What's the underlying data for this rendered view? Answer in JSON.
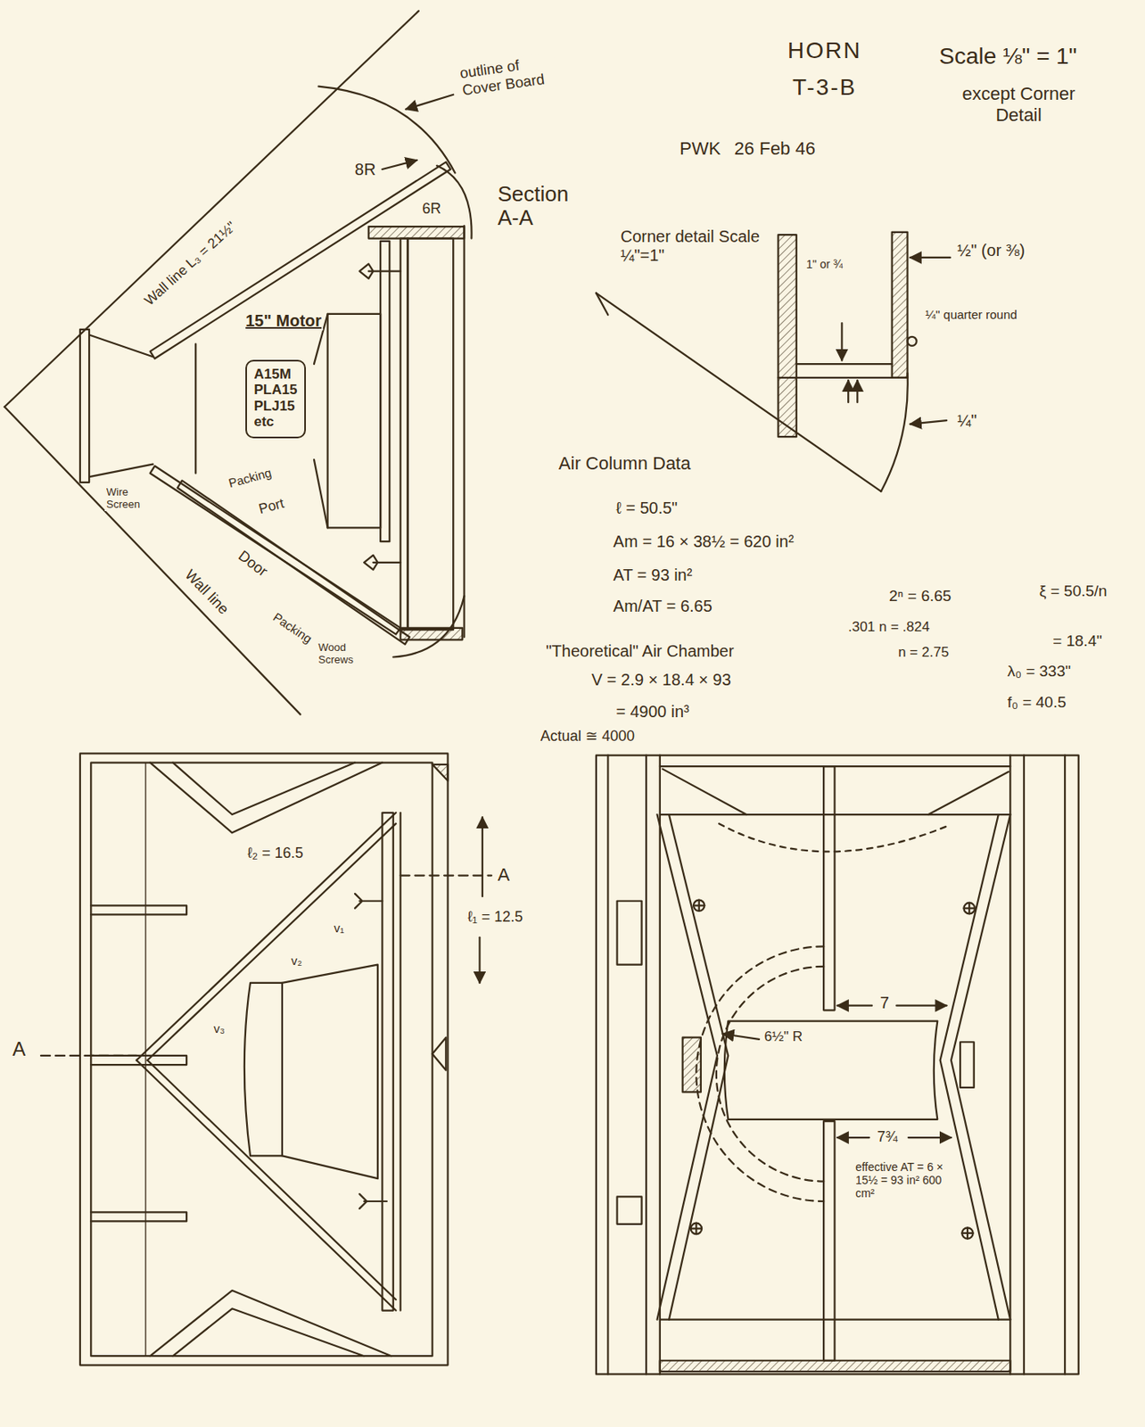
{
  "diagram": {
    "title": "HORN T-3-B",
    "nodes": [
      {
        "text": [
          "A15M PLA15 PLJ15 etc"
        ]
      }
    ],
    "labels": [
      "PWK",
      "26 Feb 46",
      "Scale ⅛\" = 1\"",
      "except Corner Detail",
      "outline of Cover Board",
      "8R",
      "6R",
      "Section A-A",
      "Wall line L₃ = 21½\"",
      "15\" Motor",
      "Packing",
      "Port",
      "Wire Screen",
      "Door",
      "Packing",
      "Wall line",
      "Wood Screws",
      "Corner detail Scale ¼\"=1\"",
      "½\" (or ⅜)",
      "1\" or ¾",
      "¼\" quarter round",
      "¼\"",
      "Air Column Data",
      "ℓ = 50.5\"",
      "Am = 16 × 38½ = 620 in²",
      "AT = 93 in²",
      "Am/AT = 6.65",
      "2ⁿ = 6.65",
      ".301 n = .824",
      "n = 2.75",
      "ξ = 50.5/n",
      "= 18.4\"",
      "λ₀ = 333\"",
      "f₀ = 40.5",
      "\"Theoretical\" Air Chamber",
      "V = 2.9 × 18.4 × 93",
      "= 4900 in³",
      "Actual ≅ 4000",
      "ℓ₂ = 16.5",
      "A",
      "ℓ₁ = 12.5",
      "v₁",
      "v₂",
      "v₃",
      "A",
      "7",
      "6½\" R",
      "7¾",
      "effective AT = 6 × 15½ = 93 in² 600 cm²"
    ]
  }
}
